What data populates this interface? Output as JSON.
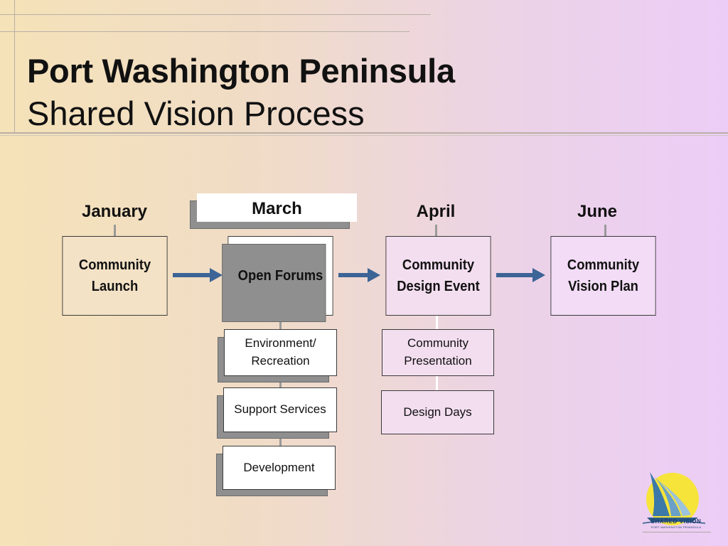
{
  "title": {
    "line1": "Port Washington Peninsula",
    "line2": "Shared Vision Process"
  },
  "months": {
    "january": "January",
    "march": "March",
    "april": "April",
    "june": "June"
  },
  "stages": {
    "community_launch": "Community Launch",
    "open_forums": "Open Forums",
    "community_design_event": "Community Design Event",
    "community_vision_plan": "Community Vision Plan"
  },
  "forum_topics": [
    "Environment/ Recreation",
    "Support Services",
    "Development"
  ],
  "design_event_parts": [
    "Community Presentation",
    "Design Days"
  ],
  "logo": {
    "text": "SHARED VISION",
    "subtext": "PORT WASHINGTON PENINSULA"
  },
  "colors": {
    "arrow": "#3c6496",
    "logo_sun": "#f7e43a",
    "logo_sail": "#3c78a8"
  }
}
